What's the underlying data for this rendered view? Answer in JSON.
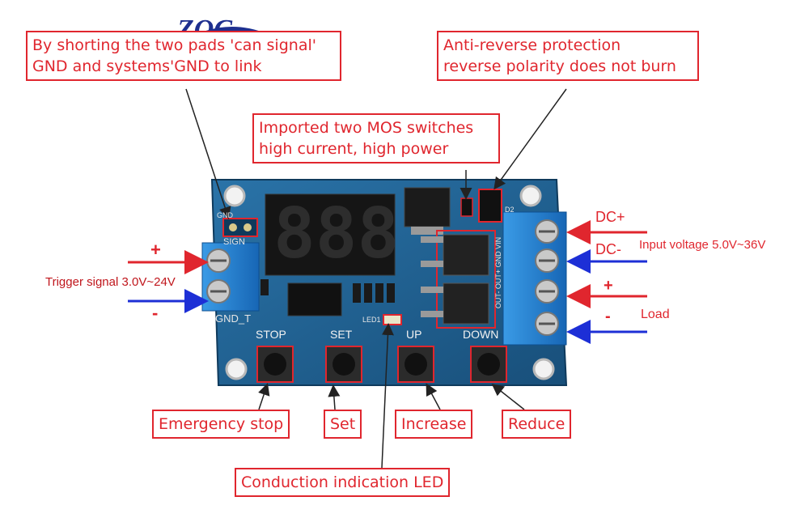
{
  "logo": {
    "text": "ZQC"
  },
  "callouts": {
    "signal_pads": [
      "By shorting the two pads 'can signal'",
      "GND and systems'GND  to link"
    ],
    "anti_reverse": [
      "Anti-reverse protection",
      "reverse polarity does not burn"
    ],
    "mos": [
      "Imported two MOS switches",
      "high current, high power"
    ],
    "emergency_stop": "Emergency stop",
    "set": "Set",
    "increase": "Increase",
    "reduce": "Reduce",
    "led": "Conduction indication LED"
  },
  "side_labels": {
    "plus_left": "+",
    "minus_left": "-",
    "trigger": "Trigger signal  3.0V~24V",
    "dc_plus": "DC+",
    "dc_minus": "DC-",
    "input_voltage": "Input voltage 5.0V~36V",
    "plus_right": "+",
    "minus_right": "-",
    "load": "Load"
  },
  "board": {
    "silk_gnd": "GND",
    "silk_signal": "SIGN",
    "silk_gnd_t": "GND_T",
    "btn_stop": "STOP",
    "btn_set": "SET",
    "btn_up": "UP",
    "btn_down": "DOWN",
    "silk_led": "LED1",
    "silk_d2": "D2",
    "silk_terminal": "OUT- OUT+ GND VIN"
  },
  "colors": {
    "callout_red": "#e0262e",
    "pcb_blue": "#1f5f8f",
    "arrow_blue": "#1d2fd6",
    "terminal_blue": "#1f7fd0"
  }
}
